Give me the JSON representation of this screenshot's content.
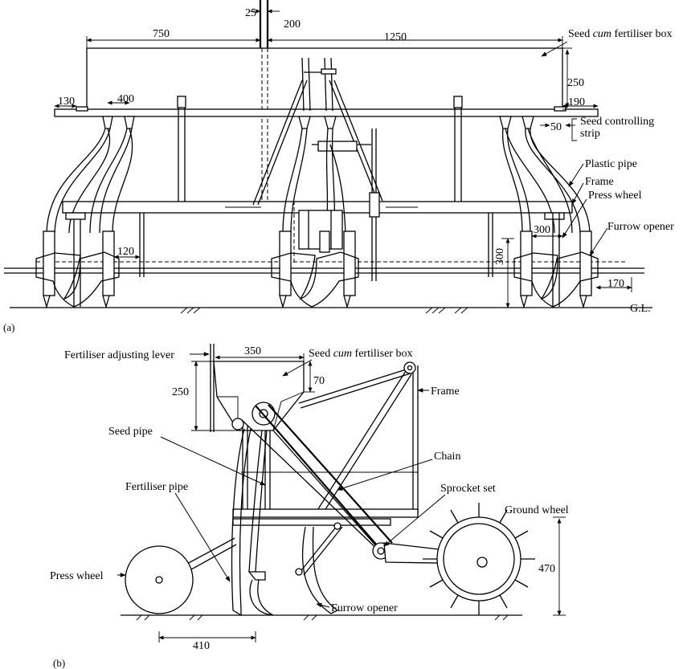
{
  "figure_a": {
    "caption": "(a)",
    "labels": {
      "box": [
        "Seed ",
        "cum",
        " fertiliser box"
      ],
      "strip": [
        "Seed controlling",
        "strip"
      ],
      "plastic_pipe": "Plastic pipe",
      "frame": "Frame",
      "press_wheel": "Press wheel",
      "furrow_opener": "Furrow opener",
      "ground_level": "G.L."
    },
    "dims": {
      "d25": "25",
      "d200": "200",
      "d750": "750",
      "d1250": "1250",
      "d250": "250",
      "d130": "130",
      "d400": "400",
      "d190": "190",
      "d50": "50",
      "d120": "120",
      "d300a": "300",
      "d300b": "300",
      "d170": "170"
    }
  },
  "figure_b": {
    "caption": "(b)",
    "labels": {
      "lever": "Fertiliser adjusting lever",
      "box": [
        "Seed ",
        "cum",
        " fertiliser box"
      ],
      "frame": "Frame",
      "seed_pipe": "Seed pipe",
      "chain": "Chain",
      "fert_pipe": "Fertiliser pipe",
      "sprocket": "Sprocket set",
      "ground_wheel": "Ground wheel",
      "press_wheel": "Press wheel",
      "furrow_opener": "Furrow opener"
    },
    "dims": {
      "d350": "350",
      "d250": "250",
      "d70": "70",
      "d470": "470",
      "d410": "410"
    }
  }
}
